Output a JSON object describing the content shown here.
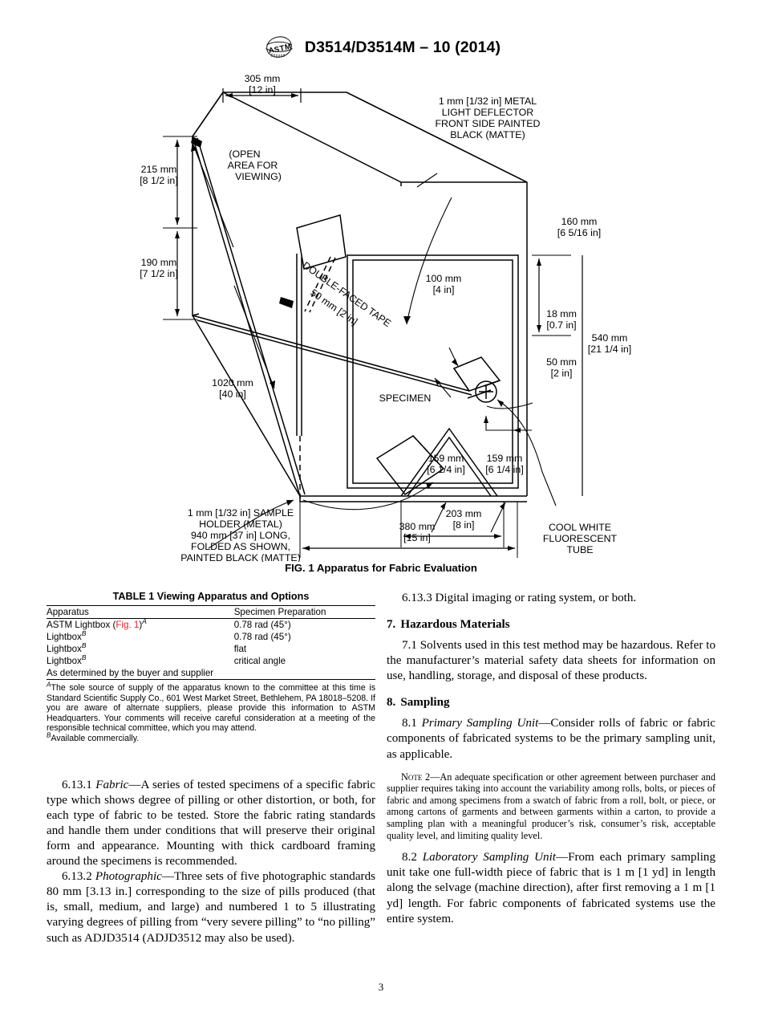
{
  "header": {
    "logo_name": "astm-logo",
    "title": "D3514/D3514M – 10 (2014)"
  },
  "figure": {
    "caption": "FIG. 1  Apparatus for Fabric Evaluation",
    "labels": {
      "top_width": "305 mm",
      "top_width_in": "[12 in]",
      "left_upper": "215 mm",
      "left_upper_in": "[8 1/2 in]",
      "left_lower": "190 mm",
      "left_lower_in": "[7 1/2 in]",
      "open_area_1": "(OPEN",
      "open_area_2": "AREA FOR",
      "open_area_3": "VIEWING)",
      "deflector_1": "1 mm [1/32 in] METAL",
      "deflector_2": "LIGHT DEFLECTOR",
      "deflector_3": "FRONT SIDE PAINTED",
      "deflector_4": "BLACK (MATTE)",
      "right_160": "160 mm",
      "right_160_in": "[6 5/16 in]",
      "tube_100": "100 mm",
      "tube_100_in": "[4 in]",
      "tube_18": "18 mm",
      "tube_18_in": "[0.7 in]",
      "right_540": "540 mm",
      "right_540_in": "[21 1/4 in]",
      "right_50": "50 mm",
      "right_50_in": "[2 in]",
      "tape_1": "DOUBLE-FACED TAPE",
      "tape_2": "50 mm [2 in]",
      "left_1020": "1020 mm",
      "left_1020_in": "[40 in]",
      "specimen": "SPECIMEN",
      "bot_159a": "159 mm",
      "bot_159a_in": "[6 1/4 in]",
      "bot_159b": "159 mm",
      "bot_159b_in": "[6 1/4 in]",
      "bot_203": "203 mm",
      "bot_203_in": "[8 in]",
      "bot_380": "380 mm",
      "bot_380_in": "[15 in]",
      "holder_1": "1 mm [1/32 in] SAMPLE",
      "holder_2": "HOLDER (METAL)",
      "holder_3": "940 mm [37 in] LONG,",
      "holder_4": "FOLDED AS SHOWN,",
      "holder_5": "PAINTED BLACK (MATTE)",
      "tube_1": "COOL WHITE",
      "tube_2": "FLUORESCENT",
      "tube_3": "TUBE"
    }
  },
  "table1": {
    "title": "TABLE 1 Viewing Apparatus and Options",
    "columns": [
      "Apparatus",
      "Specimen Preparation"
    ],
    "rows": [
      {
        "apparatus": "ASTM Lightbox (",
        "link": "Fig. 1",
        "apparatus_tail": ")",
        "footnote": "A",
        "prep": "0.78 rad (45°)"
      },
      {
        "apparatus": "Lightbox",
        "link": "",
        "apparatus_tail": "",
        "footnote": "B",
        "prep": "0.78 rad (45°)"
      },
      {
        "apparatus": "Lightbox",
        "link": "",
        "apparatus_tail": "",
        "footnote": "B",
        "prep": "flat"
      },
      {
        "apparatus": "Lightbox",
        "link": "",
        "apparatus_tail": "",
        "footnote": "B",
        "prep": "critical angle"
      }
    ],
    "final_row": "As determined by the buyer and supplier",
    "footnote_a_marker": "A",
    "footnote_a": "The sole source of supply of the apparatus known to the committee at this time is Standard Scientific Supply Co., 601 West Market Street, Bethlehem, PA 18018–5208. If you are aware of alternate suppliers, please provide this information to ASTM Headquarters. Your comments will receive careful consideration at a meeting of the responsible technical committee, which you may attend.",
    "footnote_b_marker": "B",
    "footnote_b": "Available commercially."
  },
  "left_column": {
    "p_6_13_1_num": "6.13.1",
    "p_6_13_1_term": "Fabric",
    "p_6_13_1_text": "—A series of tested specimens of a specific fabric type which shows degree of pilling or other distortion, or both, for each type of fabric to be tested. Store the fabric rating standards and handle them under conditions that will preserve their original form and appearance. Mounting with thick cardboard framing around the specimens is recommended.",
    "p_6_13_2_num": "6.13.2",
    "p_6_13_2_term": "Photographic",
    "p_6_13_2_text": "—Three sets of five photographic standards 80 mm [3.13 in.] corresponding to the size of pills produced (that is, small, medium, and large) and numbered 1 to 5 illustrating varying degrees of pilling from “very severe pilling” to “no pilling” such as ADJD3514 (ADJD3512 may also be used)."
  },
  "right_column": {
    "p_6_13_3": "6.13.3  Digital imaging or rating system, or both.",
    "h7_num": "7.",
    "h7_title": "Hazardous Materials",
    "p_7_1": "7.1 Solvents used in this test method may be hazardous. Refer to the manufacturer’s material safety data sheets for information on use, handling, storage, and disposal of these products.",
    "h8_num": "8.",
    "h8_title": "Sampling",
    "p_8_1_num": "8.1",
    "p_8_1_term": "Primary Sampling Unit",
    "p_8_1_text": "—Consider rolls of fabric or fabric components of fabricated systems to be the primary sampling unit, as applicable.",
    "note2_label": "Note 2",
    "note2_text": "—An adequate specification or other agreement between purchaser and supplier requires taking into account the variability among rolls, bolts, or pieces of fabric and among specimens from a swatch of fabric from a roll, bolt, or piece, or among cartons of garments and between garments within a carton, to provide a sampling plan with a meaningful producer’s risk, consumer’s risk, acceptable quality level, and limiting quality level.",
    "p_8_2_num": "8.2",
    "p_8_2_term": "Laboratory Sampling Unit",
    "p_8_2_text": "—From each primary sampling unit take one full-width piece of fabric that is 1 m [1 yd] in length along the selvage (machine direction), after first removing a 1 m [1 yd] length. For fabric components of fabricated systems use the entire system."
  },
  "footer": {
    "page_number": "3"
  }
}
